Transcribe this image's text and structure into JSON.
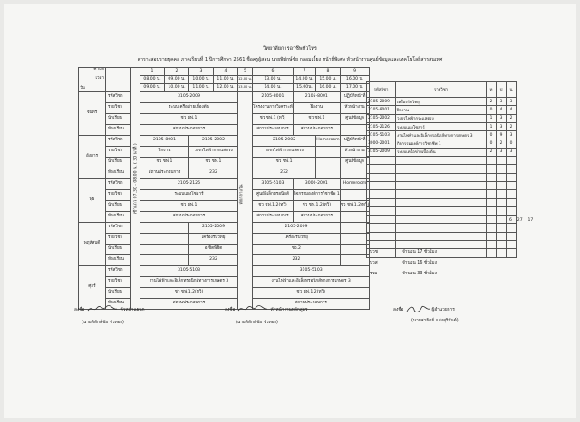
{
  "header": {
    "college": "วิทยาลัยการอาชีพหัวไทร",
    "subtitle": "ตารางสอนรายบุคคล ภาคเรียนที่ 1 ปีการศึกษา 2561 ชื่อครูผู้สอน นายพิทักษ์ชัย กลอมเอี้ยง หน้าที่พิเศษ หัวหน้างานศูนย์ข้อมูลและเทคโนโลยีสารสนเทศ"
  },
  "grid": {
    "corner_period": "คาบที่",
    "corner_time": "เวลา",
    "corner_day": "วัน",
    "periods": [
      "1",
      "2",
      "3",
      "4",
      "5",
      "6",
      "7",
      "8",
      "9"
    ],
    "times_start": [
      "08.00 น.",
      "09.00 น.",
      "10.00 น.",
      "11.00 น.",
      "12.00 น.",
      "13.00 น.",
      "14.00 น.",
      "15.00 น.",
      "16.00 น."
    ],
    "times_end": [
      "09.00 น.",
      "10.00 น.",
      "11.00 น.",
      "12.00 น.",
      "13.00 น.",
      "14.00 น.",
      "15.00น.",
      "16.00 น.",
      "17.00 น."
    ],
    "row_labels": [
      "รหัสวิชา",
      "รายวิชา",
      "นักเรียน",
      "ห้องเรียน"
    ],
    "homeroom_vertical": "เข้าแถว 07.30 - 08.00 น. ( 30 นาที )",
    "lunch_vertical": "พักกลางวัน",
    "days": [
      "จันทร์",
      "อังคาร",
      "พุธ",
      "พฤหัสบดี",
      "ศุกร์"
    ],
    "mon": {
      "a_code": "3105-2009",
      "a_name": "ระบบเครือข่ายเบื้องต้น",
      "a_group": "ชว ชฟ.1",
      "a_room": "สถานประกอบการ",
      "b_code": "2105-8001",
      "b_name": "โครงงานการวิเคราะห์",
      "b_group": "ชว ชฟ.1 (ทวิ)",
      "b_room": "สถานประกอบการ",
      "c_code": "2105-8001",
      "c_name": "ฝึกงาน",
      "c_group": "ชว ชฟ.1",
      "c_room": "สถานประกอบการ",
      "d_name": "ปฏิบัติหน้าที่",
      "d_name2": "หัวหน้างาน",
      "d_room": "ศูนย์ข้อมูล"
    },
    "tue": {
      "a_code": "2105-8001",
      "a_name": "ฝึกงาน",
      "a_group": "ชว ชฟ.1",
      "a_room": "สถานประกอบการ",
      "b_code": "2105-2002",
      "b_name": "วงจรไฟฟ้ากระแสตรง",
      "b_group": "ชว ชฟ.1",
      "b_room": "232",
      "c_code": "2105-2002",
      "c_name": "วงจรไฟฟ้ากระแสตรง",
      "c_group": "ชว ชฟ.1",
      "c_room": "232",
      "d_code": "Homeroom",
      "e_name": "ปฏิบัติหน้าที่",
      "e_name2": "หัวหน้างาน",
      "e_room": "ศูนย์ข้อมูล"
    },
    "wed": {
      "a_code": "2105-2126",
      "a_name": "ระบบแผงโซลาร์",
      "a_group": "ชว ชฟ.1",
      "a_room": "สถานประกอบการ",
      "b_code": "3105-5103",
      "b_name": "ศูนย์อิเล็กทรอนิกส์",
      "b_group": "ชว ชฟ.1,2(ทวิ)",
      "b_room": "สถานประกอบการ",
      "c_code": "3000-2001",
      "c_name": "กิจกรรมองค์การวิชาชีพ 1",
      "c_group": "ชว ชฟ.1,2(ทวิ)",
      "c_room": "สถานประกอบการ",
      "d_code": "Homeroom",
      "d_group": "ชว ชฟ.1,2(ทวิ)"
    },
    "thu": {
      "a_code": "2105-2009",
      "a_name": "เครื่องรับวิทยุ",
      "a_group": "อ.ชิตพิชิต",
      "a_room": "232",
      "b_code": "2105-2009",
      "b_name": "เครื่องรับวิทยุ",
      "b_group": "ชว.2",
      "b_room": "232"
    },
    "fri": {
      "a_code": "3105-5103",
      "a_name": "งานไฟฟ้าและอิเล็กทรอนิกส์ทางการเกษตร 3",
      "a_group": "ชว ชฟ.1,2(ทวิ)",
      "a_room": "สถานประกอบการ",
      "b_code": "3105-5103",
      "b_name": "งานไฟฟ้าและอิเล็กทรอนิกส์ทางการเกษตร 3",
      "b_group": "ชว ชฟ.1,2(ทวิ)",
      "b_room": "สถานประกอบการ"
    }
  },
  "side_table": {
    "headers": [
      "รหัสวิชา",
      "รายวิชา",
      "ท",
      "ป",
      "น"
    ],
    "rows": [
      [
        "2105-2009",
        "เครื่องรับวิทยุ",
        "2",
        "3",
        "3"
      ],
      [
        "2105-8001",
        "ฝึกงาน",
        "0",
        "4",
        "4"
      ],
      [
        "2105-2002",
        "วงจรไฟฟ้ากระแสตรง",
        "1",
        "3",
        "2"
      ],
      [
        "2105-2126",
        "ระบบแผงโซลาร์",
        "1",
        "3",
        "2"
      ],
      [
        "3105-5103",
        "งานไฟฟ้าและอิเล็กทรอนิกส์ทางการเกษตร 3",
        "0",
        "9",
        "3"
      ],
      [
        "3000-2001",
        "กิจกรรมองค์การวิชาชีพ 1",
        "0",
        "2",
        "0"
      ],
      [
        "3105-2009",
        "ระบบเครือข่ายเบื้องต้น",
        "2",
        "3",
        "3"
      ]
    ],
    "totals": [
      "6",
      "27",
      "17"
    ]
  },
  "summary": {
    "lines": [
      {
        "label": "ปวช",
        "value": "จำนวน 17 ชั่วโมง"
      },
      {
        "label": "ปวส",
        "value": "จำนวน 16 ชั่วโมง"
      },
      {
        "label": "รวม",
        "value": "จำนวน 33 ชั่วโมง"
      }
    ]
  },
  "signatures": [
    {
      "prefix": "ลงชื่อ",
      "role": "หัวหน้าแผนก",
      "name": "(นายพิทักษ์ชัย ชัวทอง)"
    },
    {
      "prefix": "ลงชื่อ",
      "role": "หัวหน้างานหลักสูตร",
      "name": "(นายพิทักษ์ชัย ชัวทอง)"
    },
    {
      "prefix": "ลงชื่อ",
      "role": "ผู้อำนวยการ",
      "name": "(นายสาธิตย์ แสงสุริยันต์)"
    }
  ]
}
